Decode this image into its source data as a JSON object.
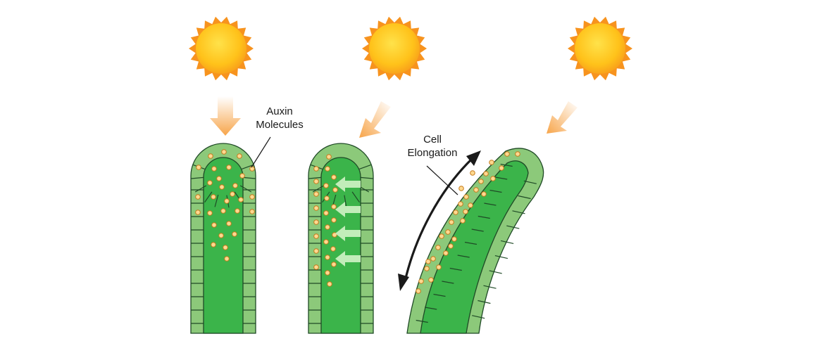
{
  "labels": {
    "auxin_line1": "Auxin",
    "auxin_line2": "Molecules",
    "cell_line1": "Cell",
    "cell_line2": "Elongation"
  },
  "colors": {
    "sun_core": "#FFC21A",
    "sun_rays": "#F7931E",
    "light_arrow": "#F7A54A",
    "stem_inner": "#3BB44A",
    "stem_cell": "#8CC97A",
    "cell_outline": "#1F4A26",
    "auxin_fill": "#FFD990",
    "auxin_stroke": "#C57A1A",
    "push_arrow": "#C9F0C0",
    "elongation_arrow": "#1a1a1a"
  },
  "icons": [
    "sun-icon",
    "light-arrow-icon",
    "auxin-dot",
    "push-arrow-icon",
    "double-arrow-icon"
  ],
  "panels": [
    {
      "name": "panel-overhead-light",
      "light_direction": "from above"
    },
    {
      "name": "panel-auxin-migration",
      "light_direction": "from upper right"
    },
    {
      "name": "panel-bending-stem",
      "light_direction": "from upper right"
    }
  ]
}
